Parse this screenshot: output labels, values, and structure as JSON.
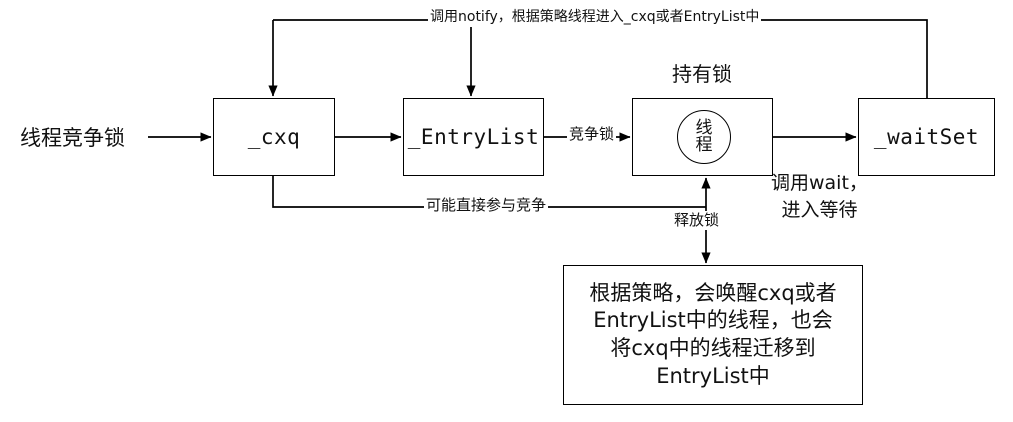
{
  "diagram": {
    "title_context": "JVM Monitor lock queue flow",
    "nodes": {
      "cxq": {
        "label": "_cxq"
      },
      "entrylist": {
        "label": "_EntryList"
      },
      "thread_box": {
        "circle_line1": "线",
        "circle_line2": "程",
        "caption_above": "持有锁"
      },
      "waitset": {
        "label": "_waitSet"
      }
    },
    "labels": {
      "enter_lock": "线程竞争锁",
      "notify_path": "调用notify，根据策略线程进入_cxq或者EntryList中",
      "contend_lock": "竞争锁",
      "maybe_direct": "可能直接参与竞争",
      "call_wait_line1": "调用wait，",
      "call_wait_line2": "进入等待",
      "release_lock": "释放锁"
    },
    "note_box": {
      "line1": "根据策略，会唤醒cxq或者",
      "line2": "EntryList中的线程，也会",
      "line3": "将cxq中的线程迁移到",
      "line4": "EntryList中"
    },
    "colors": {
      "stroke": "#000000",
      "background": "#ffffff",
      "text": "#111111"
    }
  }
}
